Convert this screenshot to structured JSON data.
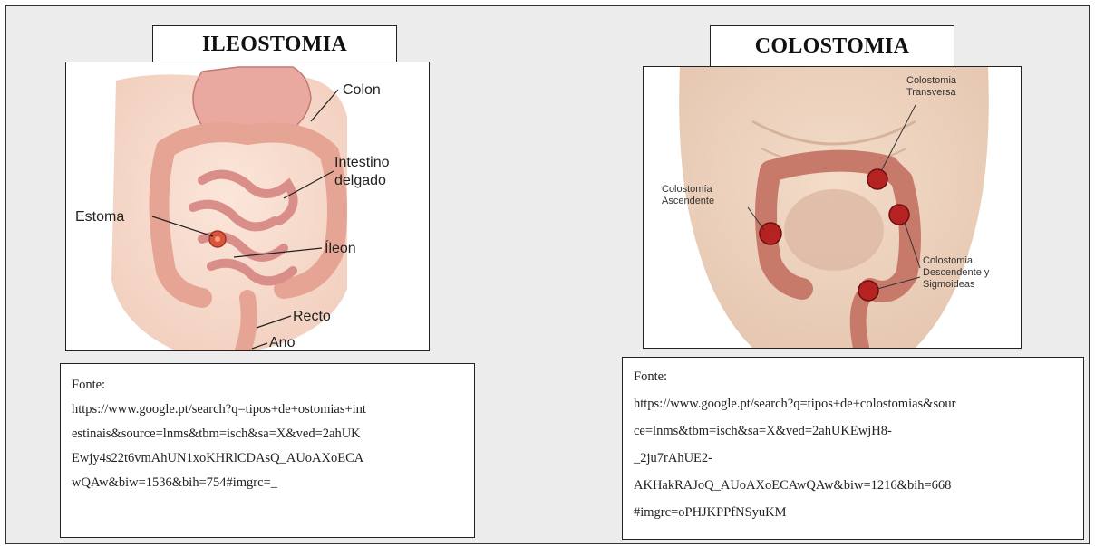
{
  "left": {
    "title": "ILEOSTOMIA",
    "labels": {
      "colon": "Colon",
      "intestino": "Intestino",
      "delgado": "delgado",
      "estoma": "Estoma",
      "ileon": "Íleon",
      "recto": "Recto",
      "ano": "Ano"
    },
    "source_label": "Fonte:",
    "source_lines": [
      "https://www.google.pt/search?q=tipos+de+ostomias+int",
      "estinais&source=lnms&tbm=isch&sa=X&ved=2ahUK",
      "Ewjy4s22t6vmAhUN1xoKHRlCDAsQ_AUoAXoECA",
      "wQAw&biw=1536&bih=754#imgrc=_"
    ]
  },
  "right": {
    "title": "COLOSTOMIA",
    "labels": {
      "transversa_1": "Colostomia",
      "transversa_2": "Transversa",
      "ascendente_1": "Colostomía",
      "ascendente_2": "Ascendente",
      "descendente_1": "Colostomia",
      "descendente_2": "Descendente y",
      "descendente_3": "Sigmoideas"
    },
    "source_label": "Fonte:",
    "source_lines": [
      "https://www.google.pt/search?q=tipos+de+colostomias&sour",
      "ce=lnms&tbm=isch&sa=X&ved=2ahUKEwjH8-",
      "_2ju7rAhUE2-",
      "AKHakRAJoQ_AUoAXoECAwQAw&biw=1216&bih=668",
      "#imgrc=oPHJKPPfNSyuKM"
    ]
  }
}
